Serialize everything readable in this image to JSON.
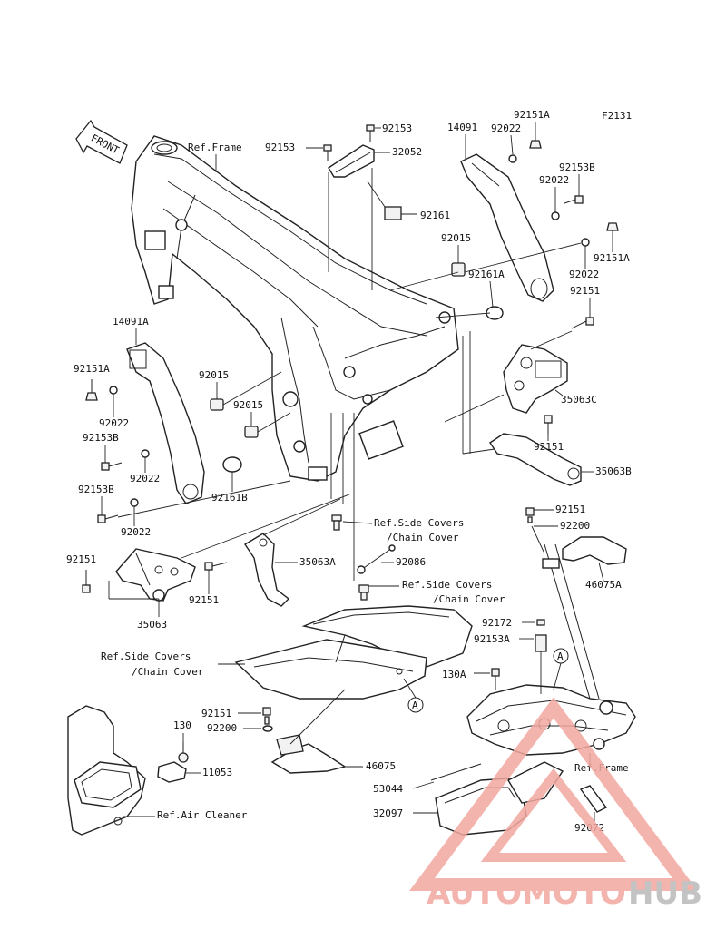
{
  "figure_code": "F2131",
  "front_label": "FRONT",
  "callouts": {
    "ref_frame_top": "Ref.Frame",
    "p92153_a": "92153",
    "p92153_b": "92153",
    "p32052": "32052",
    "p92161": "92161",
    "p14091": "14091",
    "p92022_a": "92022",
    "p92151A_a": "92151A",
    "p92153B_a": "92153B",
    "p92022_b": "92022",
    "p92015_a": "92015",
    "p92151A_b": "92151A",
    "p92022_c": "92022",
    "p92161A": "92161A",
    "p92151_a": "92151",
    "p14091A": "14091A",
    "p92151A_c": "92151A",
    "p92015_b": "92015",
    "p92022_d": "92022",
    "p92015_c": "92015",
    "p35063C": "35063C",
    "p92153B_b": "92153B",
    "p92022_e": "92022",
    "p92151_b": "92151",
    "p92161B": "92161B",
    "p35063B": "35063B",
    "p92153B_c": "92153B",
    "p92022_f": "92022",
    "p92151_c": "92151",
    "p92200_a": "92200",
    "ref_side_covers_1": "Ref.Side Covers",
    "chain_cover_1": "/Chain Cover",
    "p92151_d": "92151",
    "p35063A": "35063A",
    "p92151_e": "92151",
    "p92086": "92086",
    "p46075A": "46075A",
    "ref_side_covers_2": "Ref.Side Covers",
    "chain_cover_2": "/Chain Cover",
    "p35063": "35063",
    "p92172": "92172",
    "p92153A": "92153A",
    "ref_side_covers_3": "Ref.Side Covers",
    "chain_cover_3": "/Chain Cover",
    "p130A": "130A",
    "marker_a1": "A",
    "marker_a2": "A",
    "p92151_f": "92151",
    "p92200_b": "92200",
    "p130": "130",
    "p46075": "46075",
    "p11053": "11053",
    "p53044": "53044",
    "ref_frame_bottom": "Ref.Frame",
    "p32097": "32097",
    "ref_air_cleaner": "Ref.Air Cleaner",
    "p92072": "92072"
  },
  "watermark": {
    "part1": "AUTOMOTO",
    "part2": "HUB",
    "color_primary": "#f3a7a0",
    "color_secondary": "#b9b9b9"
  }
}
